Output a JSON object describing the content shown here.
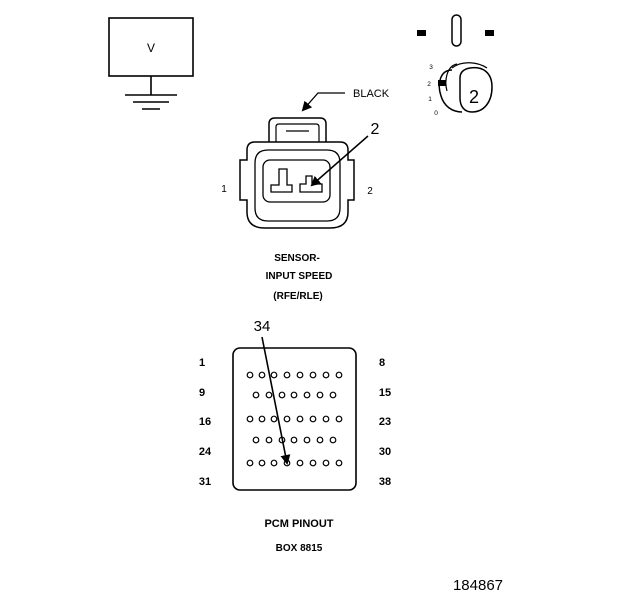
{
  "meter": {
    "label": "V"
  },
  "key_selector": {
    "positions": [
      "3",
      "2",
      "1",
      "0"
    ],
    "selected": "2"
  },
  "sensor": {
    "wire_color": "BLACK",
    "callout": "2",
    "pin_left": "1",
    "pin_right": "2",
    "caption_line1": "SENSOR-",
    "caption_line2": "INPUT SPEED",
    "caption_line3": "(RFE/RLE)"
  },
  "pcm": {
    "callout": "34",
    "row_labels_left": [
      "1",
      "9",
      "16",
      "24",
      "31"
    ],
    "row_labels_right": [
      "8",
      "15",
      "23",
      "30",
      "38"
    ],
    "caption_line1": "PCM PINOUT",
    "caption_line2": "BOX 8815"
  },
  "figure_id": "184867"
}
